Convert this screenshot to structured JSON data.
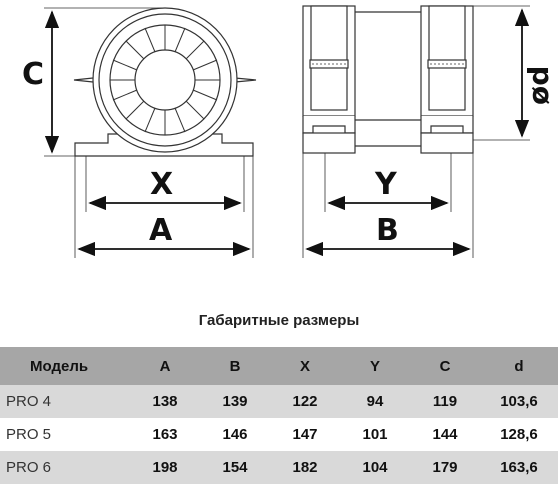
{
  "drawing": {
    "labels": {
      "c": "C",
      "x": "X",
      "a": "A",
      "y": "Y",
      "b": "B",
      "d": "ød"
    }
  },
  "table": {
    "title": "Габаритные размеры",
    "headers": [
      "Модель",
      "A",
      "B",
      "X",
      "Y",
      "C",
      "d"
    ],
    "rows": [
      {
        "model": "PRO 4",
        "a": "138",
        "b": "139",
        "x": "122",
        "y": "94",
        "c": "119",
        "d": "103,6"
      },
      {
        "model": "PRO 5",
        "a": "163",
        "b": "146",
        "x": "147",
        "y": "101",
        "c": "144",
        "d": "128,6"
      },
      {
        "model": "PRO 6",
        "a": "198",
        "b": "154",
        "x": "182",
        "y": "104",
        "c": "179",
        "d": "163,6"
      }
    ]
  },
  "colors": {
    "header_bg": "#a6a6a6",
    "row_alt_bg": "#d9d9d9",
    "line": "#333333"
  }
}
